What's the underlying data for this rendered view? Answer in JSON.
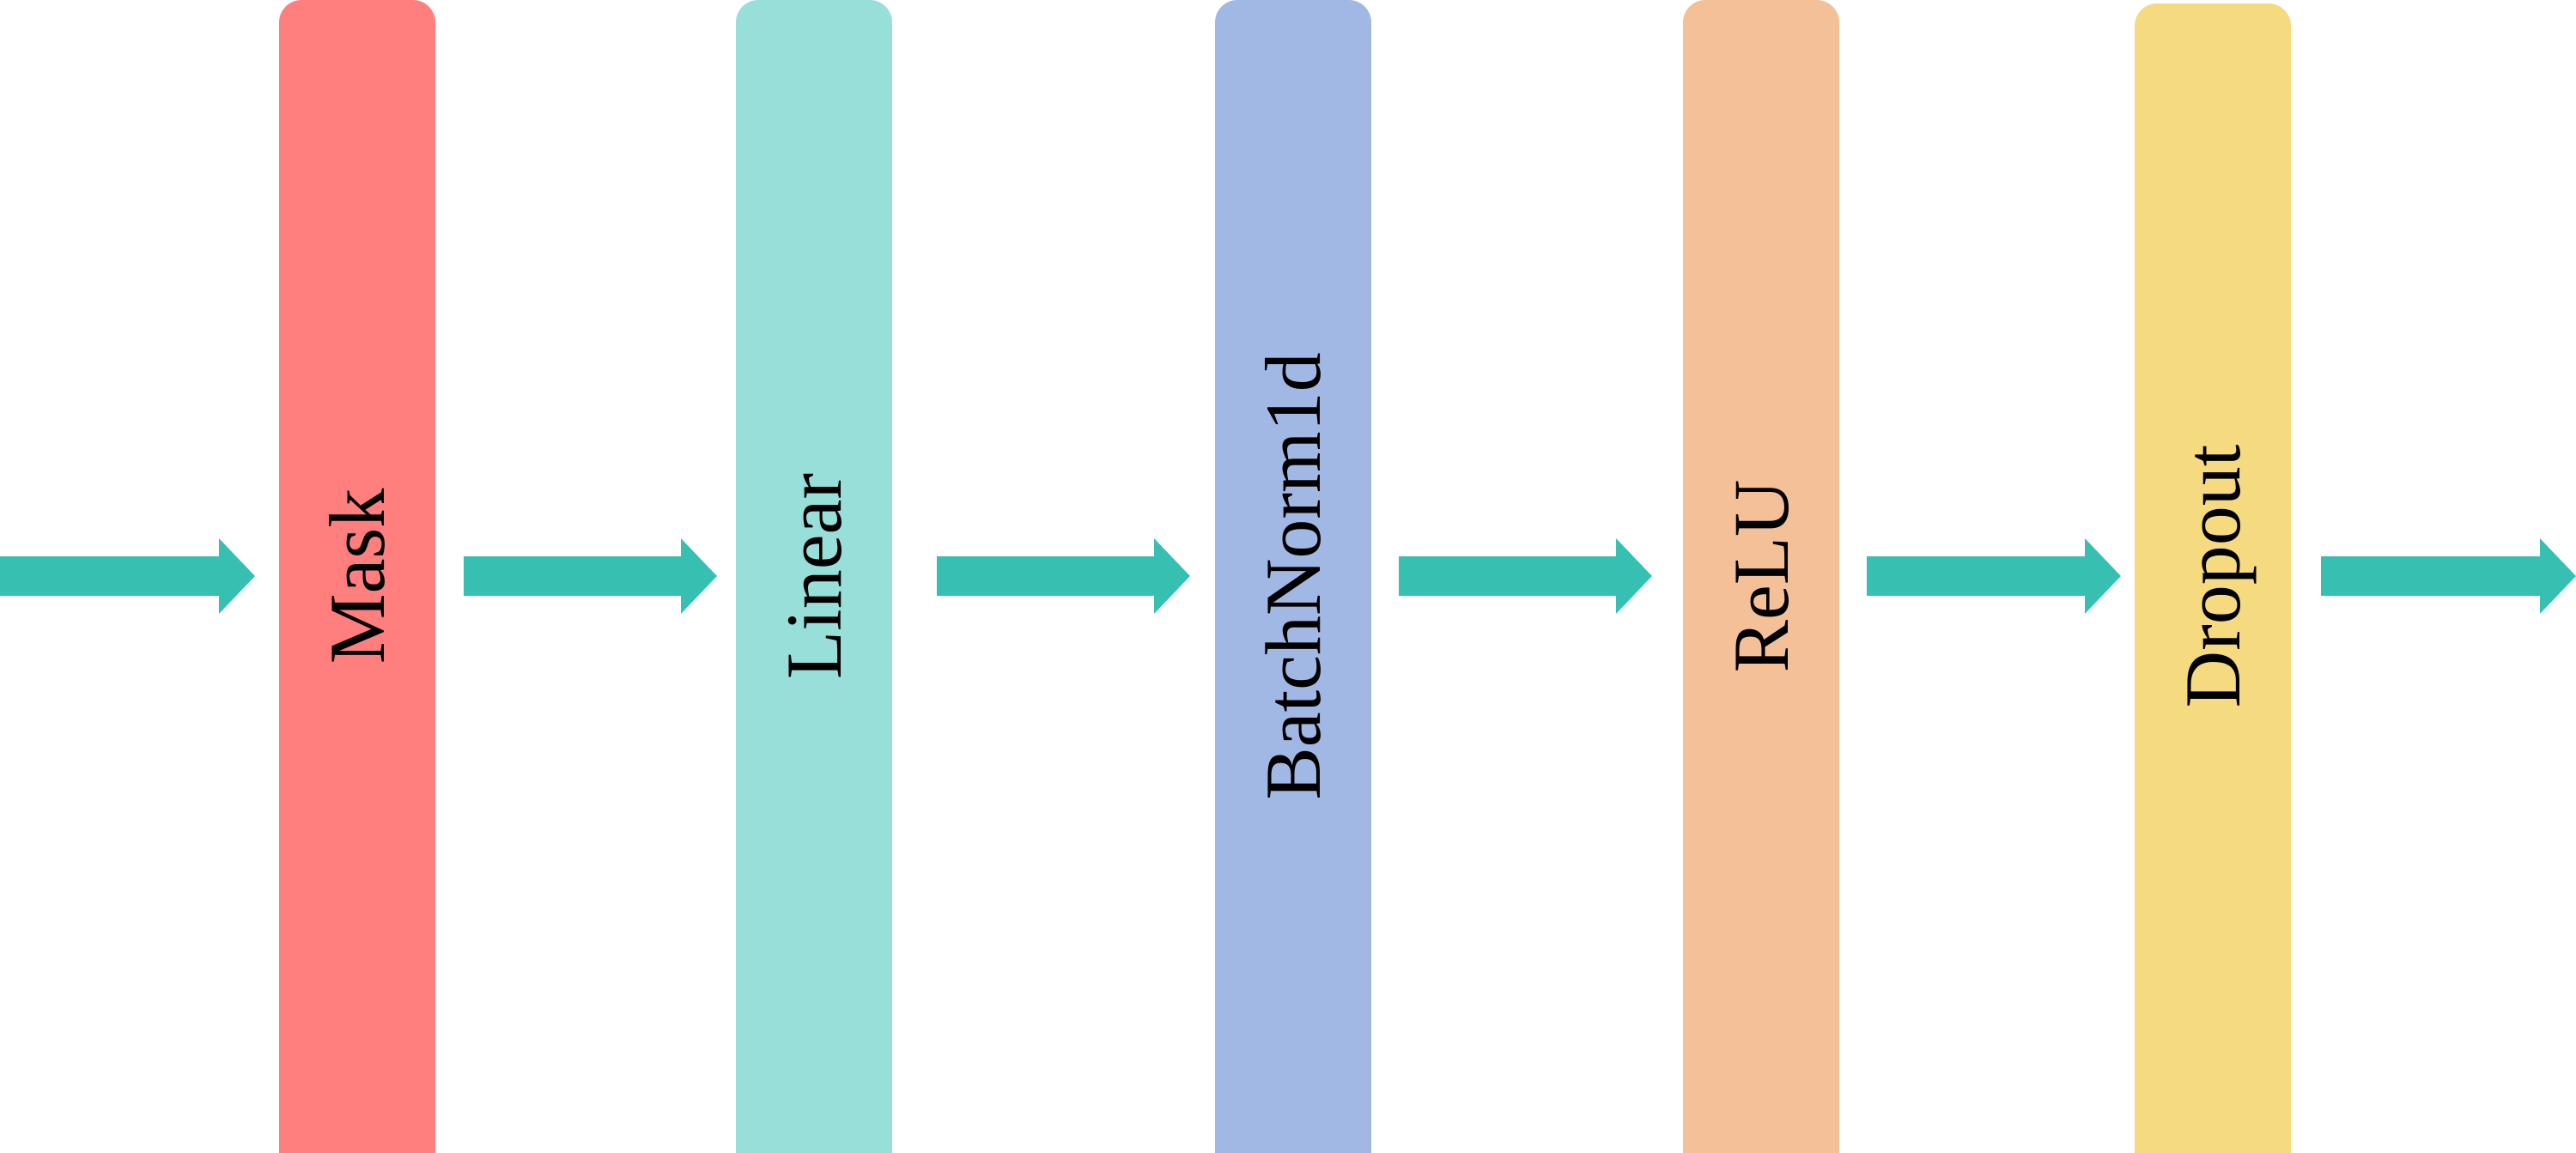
{
  "diagram": {
    "title": "",
    "arrow_color": "#35C0B2",
    "blocks": [
      {
        "label": "Mask",
        "color": "#FF7F7E"
      },
      {
        "label": "Linear",
        "color": "#98DFD9"
      },
      {
        "label": "BatchNorm1d",
        "color": "#A2B8E4"
      },
      {
        "label": "ReLU",
        "color": "#F4C098"
      },
      {
        "label": "Dropout",
        "color": "#F5DA80"
      }
    ],
    "arrows": [
      {
        "from": "input",
        "to": "Mask"
      },
      {
        "from": "Mask",
        "to": "Linear"
      },
      {
        "from": "Linear",
        "to": "BatchNorm1d"
      },
      {
        "from": "BatchNorm1d",
        "to": "ReLU"
      },
      {
        "from": "ReLU",
        "to": "Dropout"
      },
      {
        "from": "Dropout",
        "to": "output"
      }
    ]
  }
}
